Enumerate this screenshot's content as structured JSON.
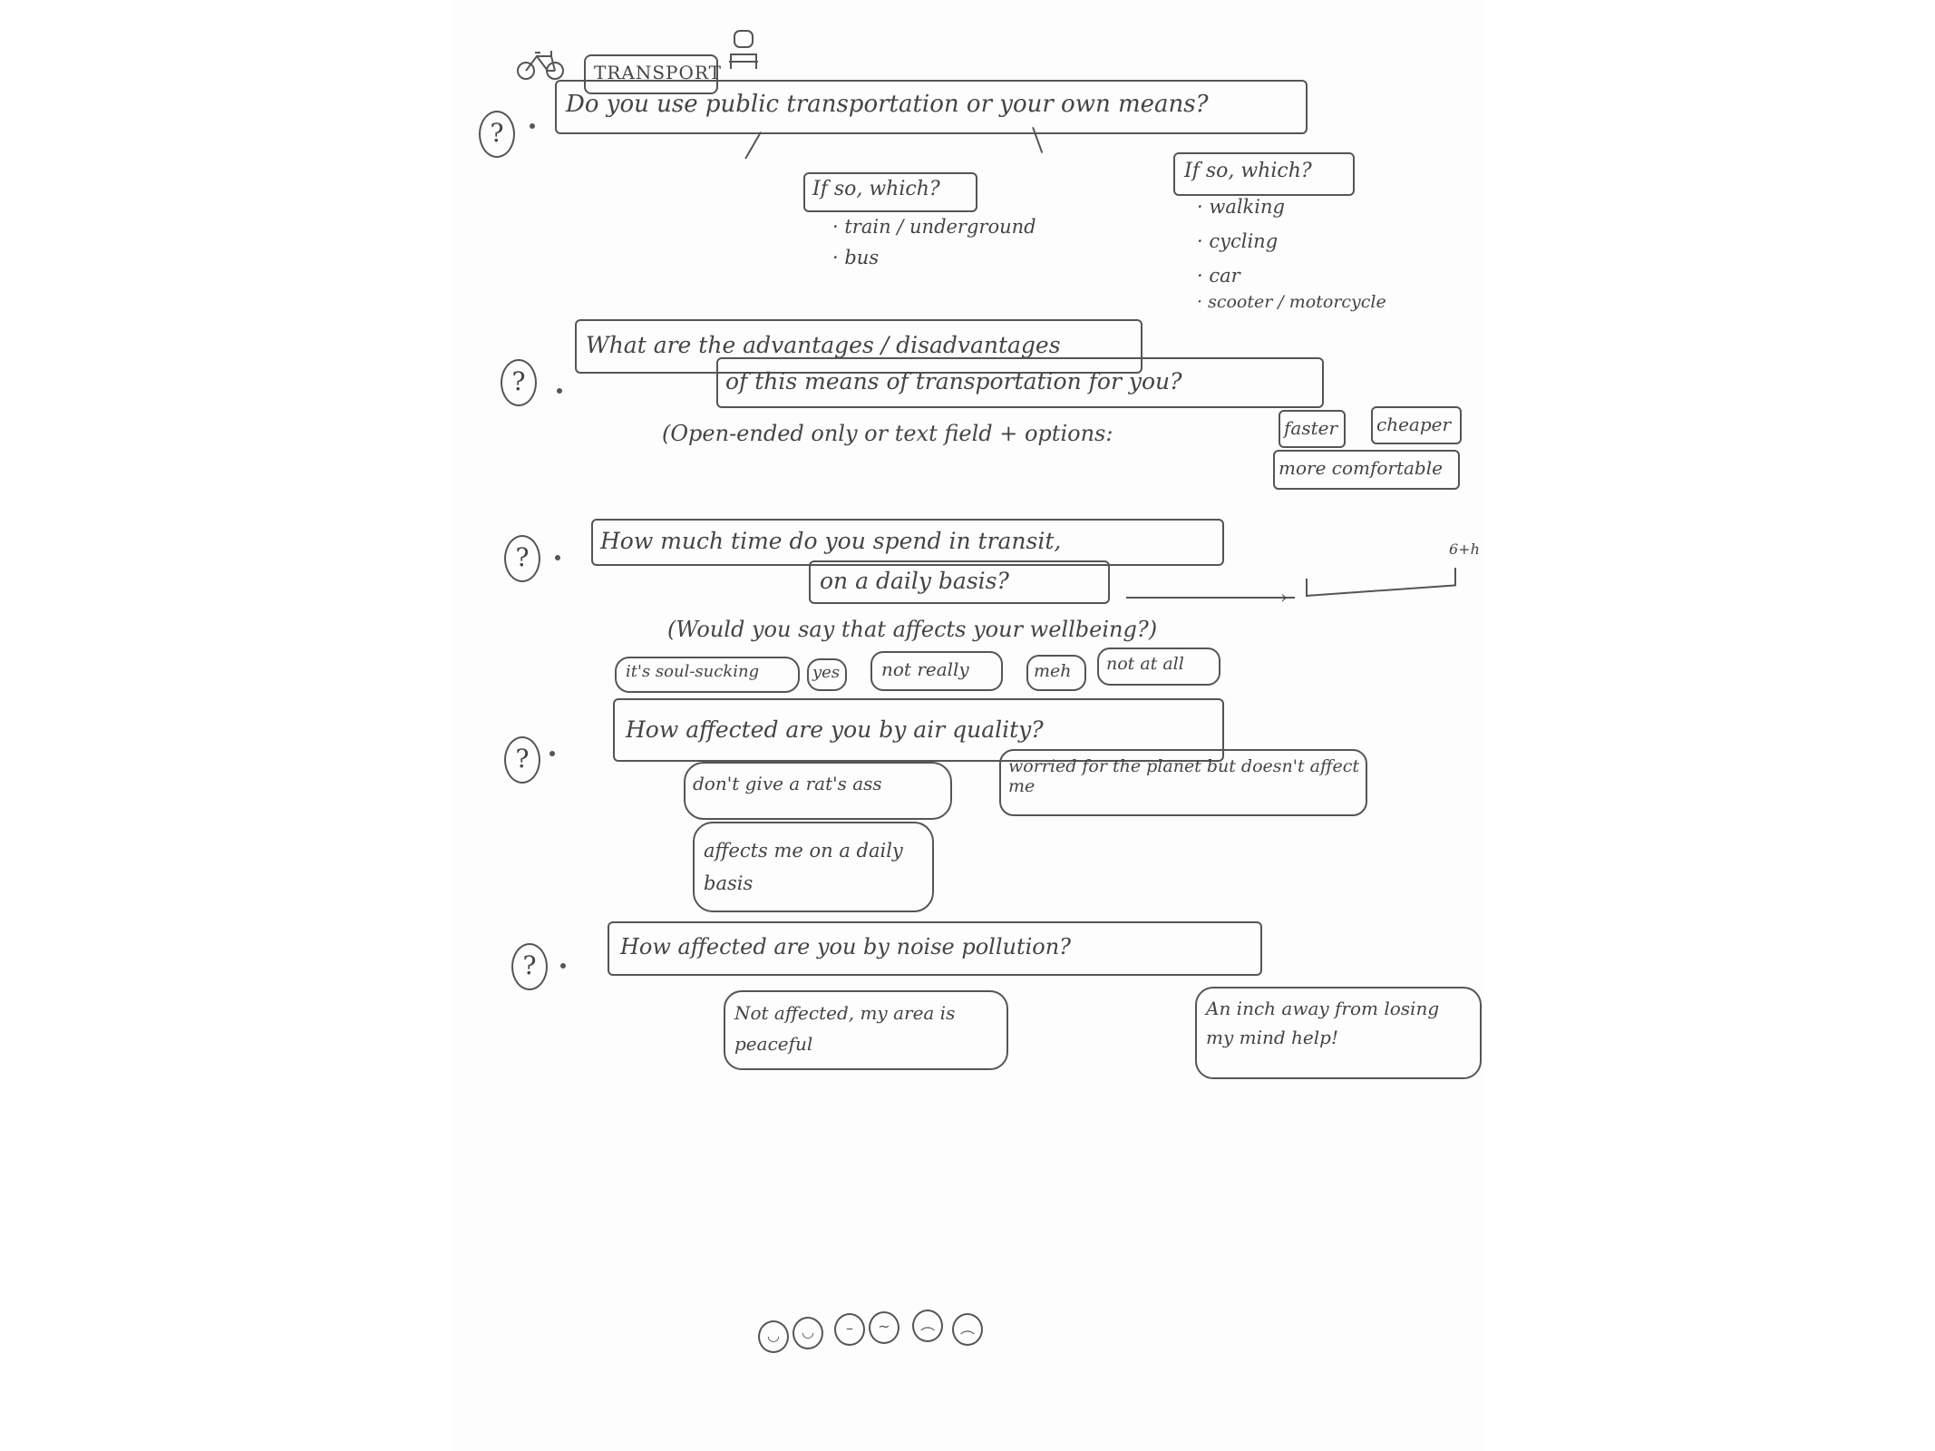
{
  "title": "TRANSPORT",
  "q1": {
    "question": "Do you use public transportation or your own means?",
    "public": {
      "heading": "If so, which?",
      "options": [
        "train / underground",
        "bus"
      ]
    },
    "own": {
      "heading": "If so, which?",
      "options": [
        "walking",
        "cycling",
        "car",
        "scooter / motorcycle"
      ]
    }
  },
  "q2": {
    "question_line1": "What are the advantages / disadvantages",
    "question_line2": "of this means of transportation for you?",
    "note": "(Open-ended only or text field + options:",
    "options": [
      "faster",
      "cheaper",
      "more comfortable"
    ]
  },
  "q3": {
    "question_line1": "How much time do you spend in transit,",
    "question_line2": "on a daily basis?",
    "scale_end": "6+h",
    "followup": "(Would you say that affects your wellbeing?)",
    "options": [
      "it's soul-sucking",
      "yes",
      "not really",
      "meh",
      "not at all"
    ]
  },
  "q4": {
    "question": "How affected are you by air quality?",
    "options": [
      "don't give a rat's ass",
      "worried for the planet but doesn't affect me",
      "affects me on a daily basis"
    ]
  },
  "q5": {
    "question": "How affected are you by noise pollution?",
    "options": [
      "Not affected, my area is peaceful",
      "An inch away from losing my mind help!"
    ]
  },
  "icons": [
    "bicycle-icon",
    "person-icon",
    "smiley-rating-icons"
  ]
}
